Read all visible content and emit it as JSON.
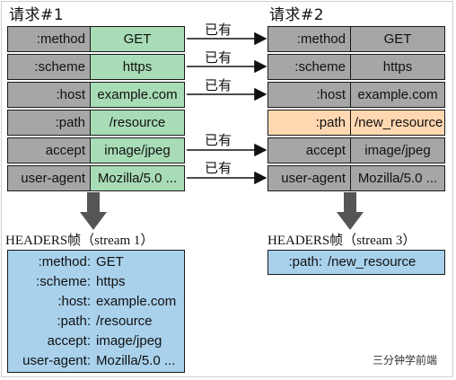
{
  "left_title": "请求#1",
  "right_title": "请求#2",
  "left_table": [
    {
      "key": ":method",
      "value": "GET"
    },
    {
      "key": ":scheme",
      "value": "https"
    },
    {
      "key": ":host",
      "value": "example.com"
    },
    {
      "key": ":path",
      "value": "/resource"
    },
    {
      "key": "accept",
      "value": "image/jpeg"
    },
    {
      "key": "user-agent",
      "value": "Mozilla/5.0 ..."
    }
  ],
  "right_table": [
    {
      "key": ":method",
      "value": "GET"
    },
    {
      "key": ":scheme",
      "value": "https"
    },
    {
      "key": ":host",
      "value": "example.com"
    },
    {
      "key": ":path",
      "value": "/new_resource",
      "highlight": true
    },
    {
      "key": "accept",
      "value": "image/jpeg"
    },
    {
      "key": "user-agent",
      "value": "Mozilla/5.0 ..."
    }
  ],
  "arrow_labels": [
    "已有",
    "已有",
    "已有",
    "已有",
    "已有"
  ],
  "left_caption": "HEADERS帧（stream 1）",
  "right_caption": "HEADERS帧（stream 3）",
  "left_frame": [
    {
      "key": ":method:",
      "value": "GET"
    },
    {
      "key": ":scheme:",
      "value": "https"
    },
    {
      "key": ":host:",
      "value": "example.com"
    },
    {
      "key": ":path:",
      "value": "/resource"
    },
    {
      "key": "accept:",
      "value": "image/jpeg"
    },
    {
      "key": "user-agent:",
      "value": "Mozilla/5.0 ..."
    }
  ],
  "right_frame": [
    {
      "key": ":path:",
      "value": "/new_resource"
    }
  ],
  "watermark": "三分钟学前端",
  "colors": {
    "key_gray": "#a6a6a6",
    "value_green": "#a8dcb6",
    "changed_orange": "#ffd7b0",
    "frame_blue": "#a9d1ec",
    "arrow_gray": "#555555"
  }
}
